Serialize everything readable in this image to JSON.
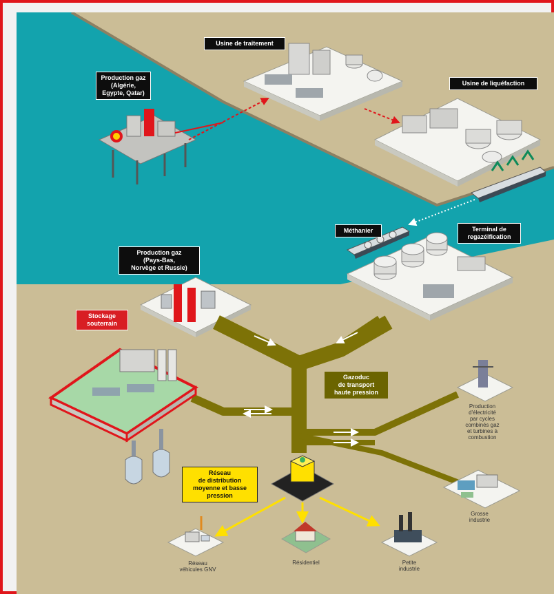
{
  "colors": {
    "sea": "#13a3ad",
    "land": "#cbbd96",
    "pipeline": "#7d7207",
    "frame": "#e0161b"
  },
  "labels": {
    "production_gaz_offshore": "Production gaz\n(Algérie,\nEgypte, Qatar)",
    "usine_traitement": "Usine de traitement",
    "usine_liquefaction": "Usine de liquéfaction",
    "methanier": "Méthanier",
    "terminal_regazeification": "Terminal de\nregazéification",
    "production_gaz_onshore": "Production gaz\n(Pays-Bas,\nNorvège et Russie)",
    "stockage_souterrain": "Stockage\nsouterrain",
    "gazoduc": "Gazoduc\nde transport\nhaute pression",
    "reseau_distribution": "Réseau\nde distribution\nmoyenne et basse\npression"
  },
  "captions": {
    "production_electricite": "Production\nd'électricité\npar cycles\ncombinés gaz\net turbines à\ncombustion",
    "grosse_industrie": "Grosse\nindustrie",
    "reseau_gnv": "Réseau\nvéhicules GNV",
    "residentiel": "Résidentiel",
    "petite_industrie": "Petite\nindustrie"
  }
}
